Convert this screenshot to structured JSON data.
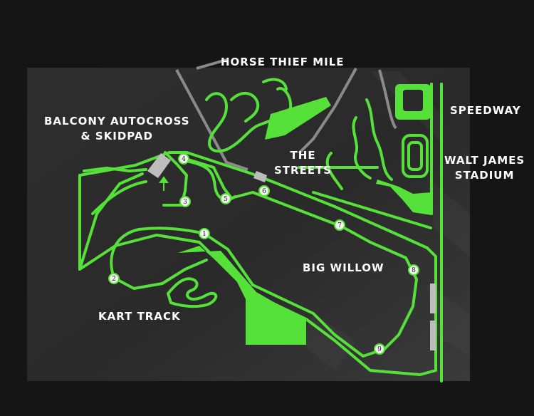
{
  "labels": {
    "horse_thief_mile": "HORSE THIEF MILE",
    "balcony_line1": "BALCONY AUTOCROSS",
    "balcony_line2": "& SKIDPAD",
    "streets_line1": "THE",
    "streets_line2": "STREETS",
    "speedway": "SPEEDWAY",
    "walt_line1": "WALT JAMES",
    "walt_line2": "STADIUM",
    "big_willow": "BIG WILLOW",
    "kart_track": "KART TRACK"
  },
  "turns": [
    "1",
    "2",
    "3",
    "4",
    "5",
    "6",
    "7",
    "8",
    "9"
  ],
  "colors": {
    "track": "#56e03a",
    "background": "#151515",
    "map_panel": "#2a2a2a",
    "road": "#8a8a8a",
    "building": "#bdbdbd",
    "text": "#ffffff"
  }
}
